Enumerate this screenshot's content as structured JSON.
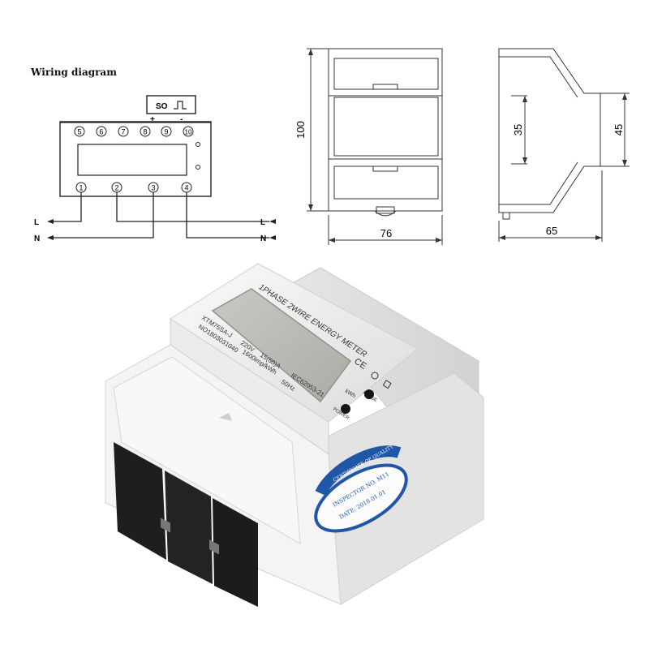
{
  "wiring": {
    "title": "Wiring diagram",
    "so_label": "SO",
    "plus": "+",
    "minus": "-",
    "top_terminals": [
      "5",
      "6",
      "7",
      "8",
      "9",
      "10"
    ],
    "bottom_terminals": [
      "1",
      "2",
      "3",
      "4"
    ],
    "in_labels": [
      "L",
      "N"
    ],
    "out_labels": [
      "L",
      "N"
    ]
  },
  "dimensions": {
    "front_height": "100",
    "front_width": "76",
    "side_depth": "65",
    "side_inner": "35",
    "side_outer": "45"
  },
  "meter": {
    "header": "1PHASE 2WIRE ENERGY METER",
    "model": "XTM75SA-J",
    "voltage": "220V",
    "current": "15(60)A",
    "serial": "NO1803031040",
    "constant": "1600imp/kWh",
    "standard": "IEC62053-21",
    "freq": "50Hz",
    "kwh": "kWh",
    "pulse": "PULSE",
    "power": "POWER",
    "ce": "CE",
    "cert_title": "CERTIFICATE OF QUALITY",
    "inspector": "INSPECTOR NO. M11",
    "date": "DATE: 2018.01.01"
  },
  "colors": {
    "cert_blue": "#1f56a8",
    "lcd": "#b9bdb5",
    "body": "#efefef",
    "terminal": "#1e1e1e"
  }
}
